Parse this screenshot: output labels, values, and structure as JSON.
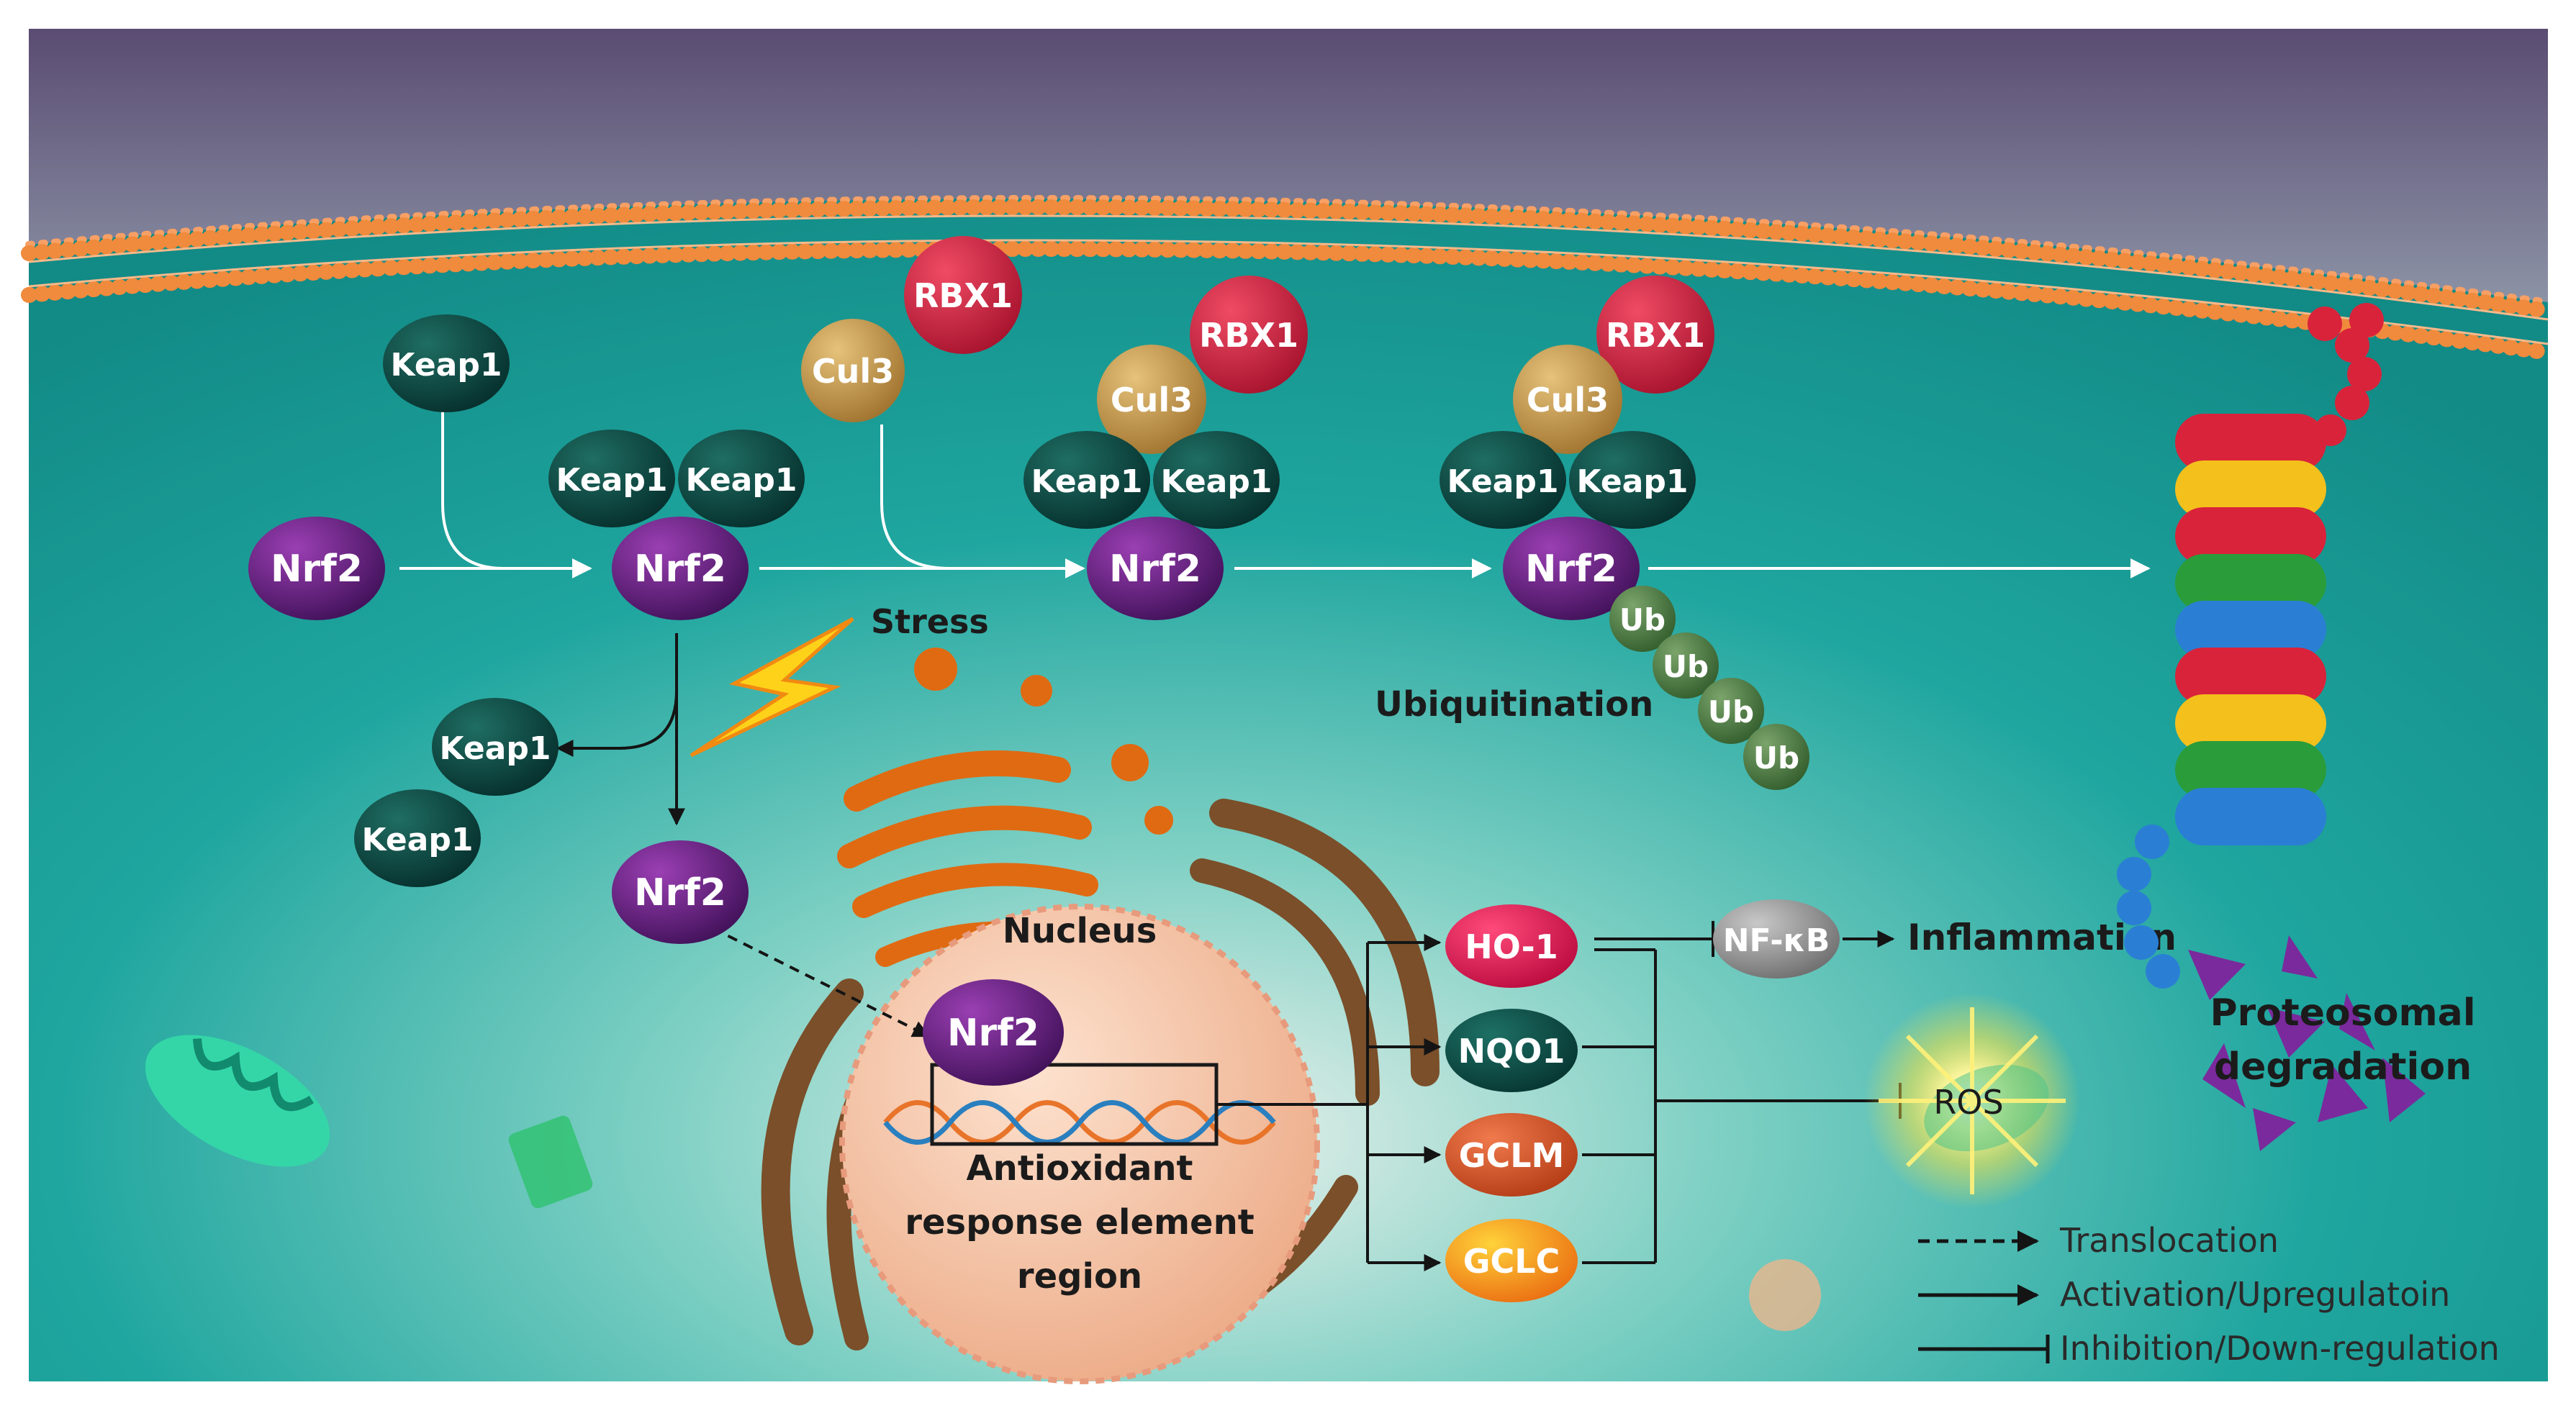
{
  "labels": {
    "nrf2": "Nrf2",
    "keap1": "Keap1",
    "cul3": "Cul3",
    "rbx1": "RBX1",
    "ub": "Ub",
    "stress": "Stress",
    "ubiquitination": "Ubiquitination",
    "nucleus": "Nucleus",
    "are_line1": "Antioxidant",
    "are_line2": "response element",
    "are_line3": "region",
    "ho1": "HO-1",
    "nqo1": "NQO1",
    "gclm": "GCLM",
    "gclc": "GCLC",
    "nfkb": "NF-κB",
    "inflammation": "Inflammation",
    "ros": "ROS",
    "proteosomal_line1": "Proteosomal",
    "proteosomal_line2": "degradation"
  },
  "legend": {
    "translocation": "Translocation",
    "activation": "Activation/Upregulatoin",
    "inhibition": "Inhibition/Down-regulation"
  },
  "colors": {
    "cytoplasm": "#1aa39d",
    "nrf2": "#6a1f86",
    "keap1": "#0f4a45",
    "cul3": "#c99a4a",
    "rbx1": "#cf1c3d",
    "ub": "#4d7a43",
    "ho1": "#e0104f",
    "nqo1": "#0d4d47",
    "gclm": "#de5a2c",
    "gclc": "#f39a18",
    "nfkb": "#9a9a9a",
    "nucleus": "#f4c6a6",
    "membrane": "#f08a3c"
  }
}
